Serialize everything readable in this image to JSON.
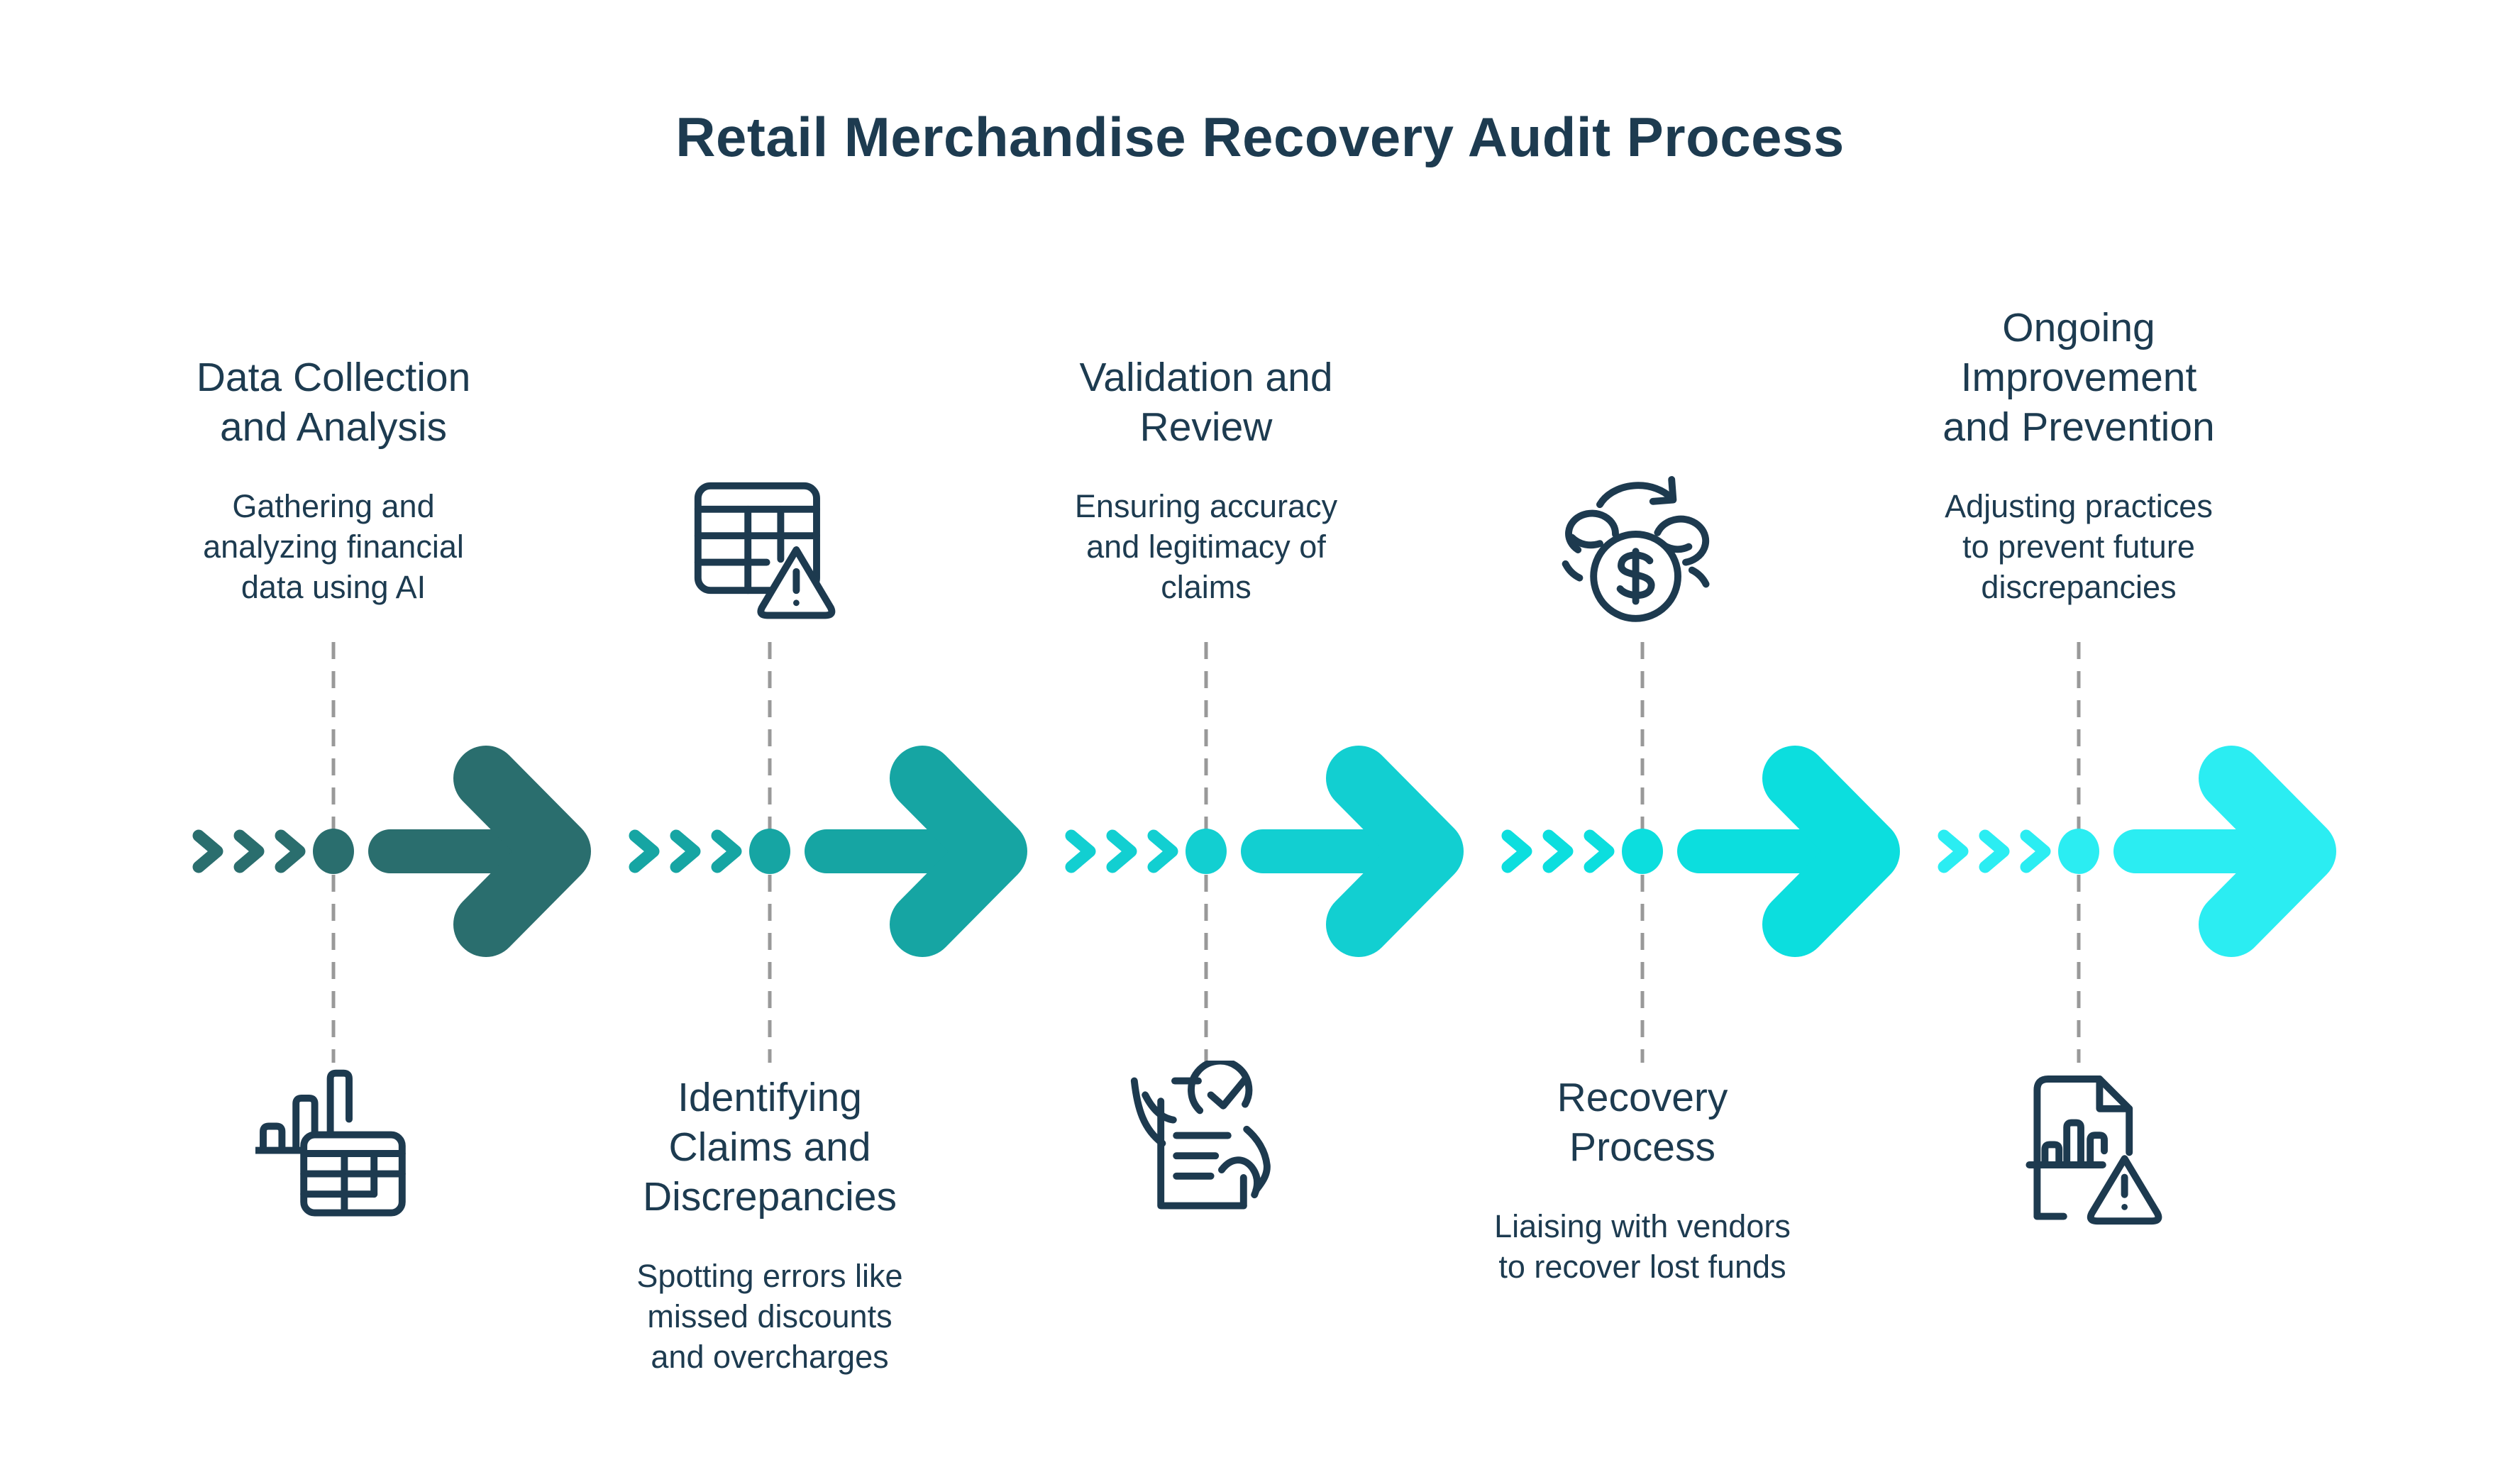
{
  "title": "Retail Merchandise Recovery Audit Process",
  "colors": {
    "text": "#1d3b50",
    "icon_stroke": "#1d3a4f",
    "dashed_line": "#999999",
    "segments": [
      "#2a6e6e",
      "#16a5a3",
      "#12cfd1",
      "#0cdede",
      "#2bedf2"
    ]
  },
  "stages": [
    {
      "heading_lines": [
        "Data Collection",
        "and Analysis"
      ],
      "desc_lines": [
        "Gathering and",
        "analyzing financial",
        "data using AI"
      ],
      "icon": "bar-chart-table-icon",
      "text_position": "top"
    },
    {
      "heading_lines": [
        "Identifying",
        "Claims and",
        "Discrepancies"
      ],
      "desc_lines": [
        "Spotting errors like",
        "missed discounts",
        "and overcharges"
      ],
      "icon": "table-warning-icon",
      "text_position": "bottom"
    },
    {
      "heading_lines": [
        "Validation and",
        "Review"
      ],
      "desc_lines": [
        "Ensuring accuracy",
        "and legitimacy of",
        "claims"
      ],
      "icon": "document-check-icon",
      "text_position": "top"
    },
    {
      "heading_lines": [
        "Recovery",
        "Process"
      ],
      "desc_lines": [
        "Liaising with vendors",
        "to recover lost funds"
      ],
      "icon": "money-recovery-icon",
      "text_position": "bottom"
    },
    {
      "heading_lines": [
        "Ongoing",
        "Improvement",
        "and Prevention"
      ],
      "desc_lines": [
        "Adjusting practices",
        "to prevent future",
        "discrepancies"
      ],
      "icon": "report-warning-icon",
      "text_position": "top"
    }
  ]
}
